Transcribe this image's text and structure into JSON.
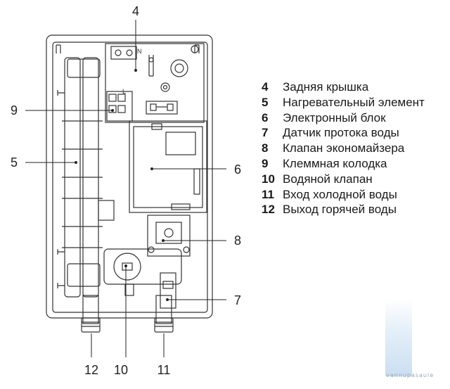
{
  "callouts": [
    {
      "id": "4",
      "label": "4"
    },
    {
      "id": "9",
      "label": "9"
    },
    {
      "id": "5",
      "label": "5"
    },
    {
      "id": "6",
      "label": "6"
    },
    {
      "id": "8",
      "label": "8"
    },
    {
      "id": "7",
      "label": "7"
    },
    {
      "id": "12",
      "label": "12"
    },
    {
      "id": "10",
      "label": "10"
    },
    {
      "id": "11",
      "label": "11"
    }
  ],
  "legend": [
    {
      "num": "4",
      "text": "Задняя крышка"
    },
    {
      "num": "5",
      "text": "Нагревательный элемент"
    },
    {
      "num": "6",
      "text": "Электронный блок"
    },
    {
      "num": "7",
      "text": "Датчик протока воды"
    },
    {
      "num": "8",
      "text": "Клапан экономайзера"
    },
    {
      "num": "9",
      "text": "Клеммная колодка"
    },
    {
      "num": "10",
      "text": "Водяной клапан"
    },
    {
      "num": "11",
      "text": "Вход холодной воды"
    },
    {
      "num": "12",
      "text": "Выход горячей воды"
    }
  ],
  "terminal_marks": {
    "n": "N",
    "l": "L"
  },
  "watermark": {
    "text": "vannupasaule"
  }
}
